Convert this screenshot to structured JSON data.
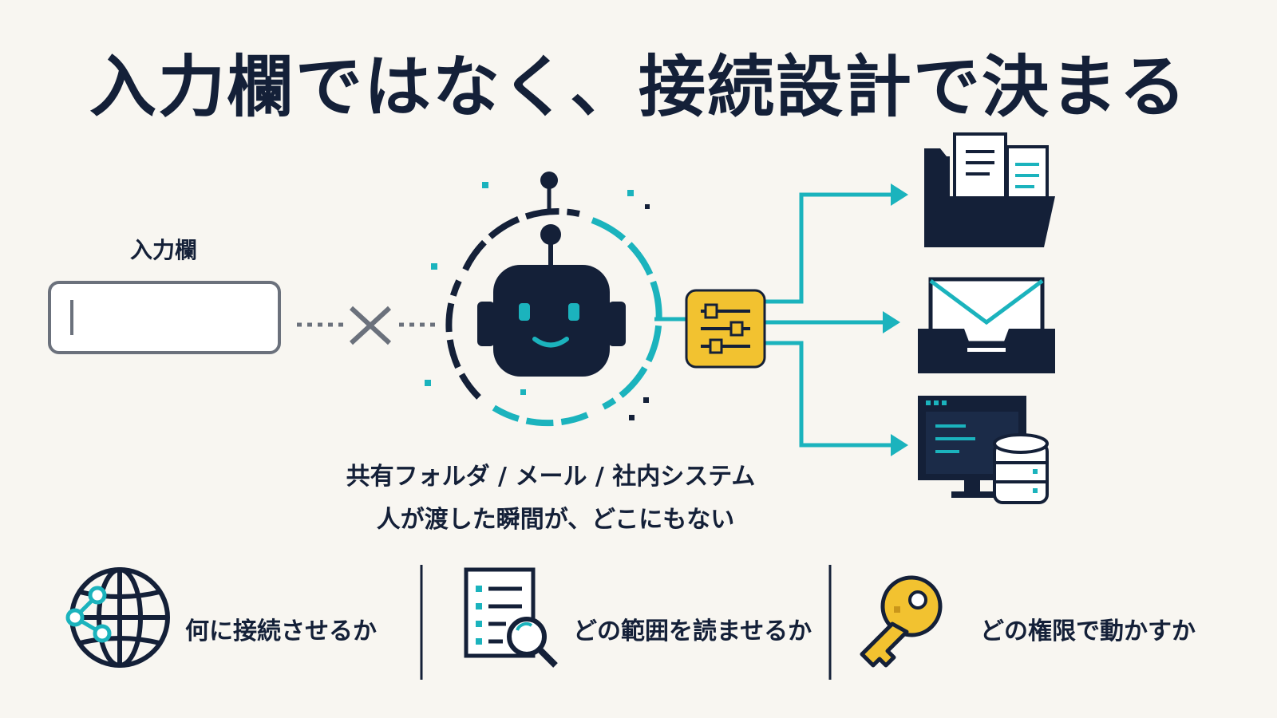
{
  "title": "入力欄ではなく、接続設計で決まる",
  "input_label": "入力欄",
  "caption": {
    "line1": "共有フォルダ / メール / 社内システム",
    "line2": "人が渡した瞬間が、どこにもない"
  },
  "features": [
    {
      "icon": "globe-network-icon",
      "text": "何に接続させるか"
    },
    {
      "icon": "document-search-icon",
      "text": "どの範囲を読ませるか"
    },
    {
      "icon": "key-icon",
      "text": "どの権限で動かすか"
    }
  ],
  "icons": {
    "robot": "robot-icon",
    "controls": "sliders-icon",
    "targets": [
      "folder-icon",
      "mail-inbox-icon",
      "server-database-icon"
    ]
  },
  "colors": {
    "navy": "#142038",
    "teal": "#1bb3bd",
    "yellow": "#f2c230",
    "gray": "#6b717c",
    "background": "#f8f6f1"
  }
}
